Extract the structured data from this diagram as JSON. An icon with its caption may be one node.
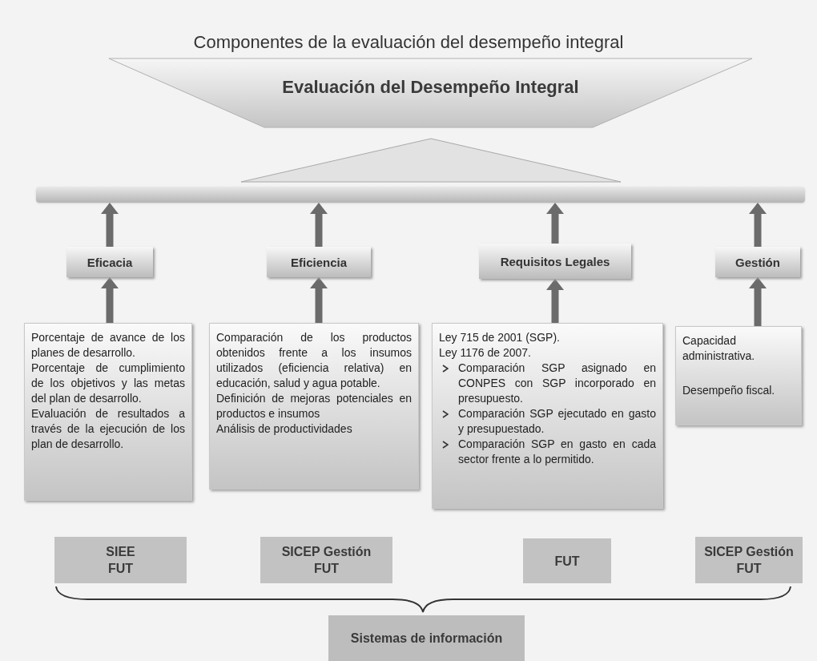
{
  "diagram": {
    "title": "Componentes de la evaluación del desempeño integral",
    "nodes": [
      {
        "text": [
          "Evaluación del Desempeño Integral"
        ]
      },
      {
        "text": [],
        "shape": "bar"
      },
      {
        "text": [
          "Eficacia"
        ]
      },
      {
        "text": [
          "Eficiencia"
        ]
      },
      {
        "text": [
          "Requisitos Legales"
        ]
      },
      {
        "text": [
          "Gestión"
        ]
      },
      {
        "text": [
          "Porcentaje de avance de los planes de desarrollo.",
          "Porcentaje de cumplimiento de los objetivos y las metas del plan de desarrollo.",
          "Evaluación de resultados a través de la ejecución de los plan de desarrollo."
        ]
      },
      {
        "text": [
          "Comparación de los productos obtenidos frente a los insumos utilizados (eficiencia relativa) en educación, salud y agua potable.",
          "Definición de mejoras potenciales en productos e insumos",
          "Análisis de productividades"
        ]
      },
      {
        "text": [
          "Ley 715 de 2001 (SGP).",
          "Ley 1176 de 2007.",
          "Comparación SGP asignado en CONPES con SGP incorporado en presupuesto.",
          "Comparación SGP ejecutado en gasto y presupuestado.",
          "Comparación SGP en gasto en cada sector frente a lo permitido."
        ]
      },
      {
        "text": [
          "Capacidad administrativa.",
          "Desempeño fiscal."
        ]
      },
      {
        "text": [
          "SIEE",
          "FUT"
        ]
      },
      {
        "text": [
          "SICEP Gestión",
          "FUT"
        ]
      },
      {
        "text": [
          "FUT"
        ]
      },
      {
        "text": [
          "SICEP Gestión",
          "FUT"
        ]
      },
      {
        "text": [
          "Sistemas de información"
        ]
      },
      {
        "text": [],
        "shape": "triangle"
      }
    ],
    "edges": [
      {
        "from": 2,
        "to": 1,
        "arrow": "to"
      },
      {
        "from": 3,
        "to": 1,
        "arrow": "to"
      },
      {
        "from": 4,
        "to": 1,
        "arrow": "to"
      },
      {
        "from": 5,
        "to": 1,
        "arrow": "to"
      },
      {
        "from": 6,
        "to": 2,
        "arrow": "to"
      },
      {
        "from": 7,
        "to": 3,
        "arrow": "to"
      },
      {
        "from": 8,
        "to": 4,
        "arrow": "to"
      },
      {
        "from": 9,
        "to": 5,
        "arrow": "to"
      }
    ]
  }
}
